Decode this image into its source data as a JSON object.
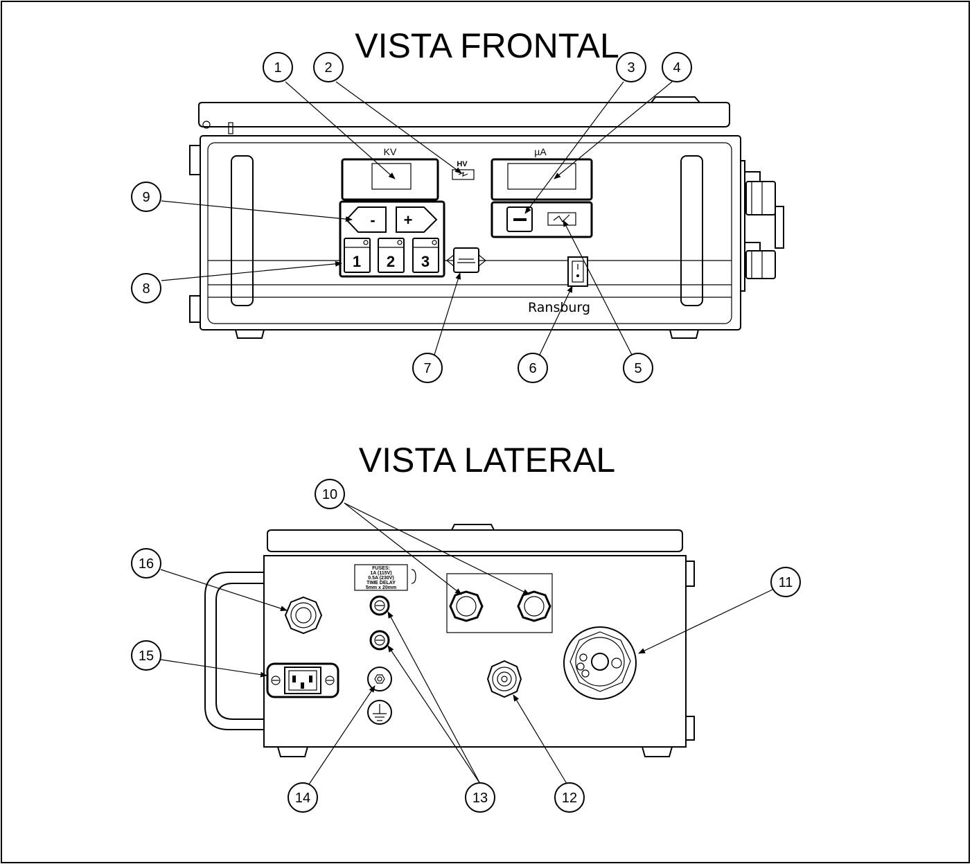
{
  "front_view": {
    "title": "VISTA FRONTAL",
    "kv_label": "KV",
    "ua_label": "µA",
    "hv_label": "HV",
    "minus_key": "-",
    "plus_key": "+",
    "preset_keys": [
      "1",
      "2",
      "3"
    ],
    "brand": "Ransburg",
    "callouts": [
      "1",
      "2",
      "3",
      "4",
      "5",
      "6",
      "7",
      "8",
      "9"
    ]
  },
  "side_view": {
    "title": "VISTA LATERAL",
    "fuse_label_lines": [
      "FUSES:",
      "1A (115V)",
      "0.5A (230V)",
      "TIME DELAY",
      "5mm x 20mm"
    ],
    "callouts": [
      "10",
      "11",
      "12",
      "13",
      "14",
      "15",
      "16"
    ]
  }
}
